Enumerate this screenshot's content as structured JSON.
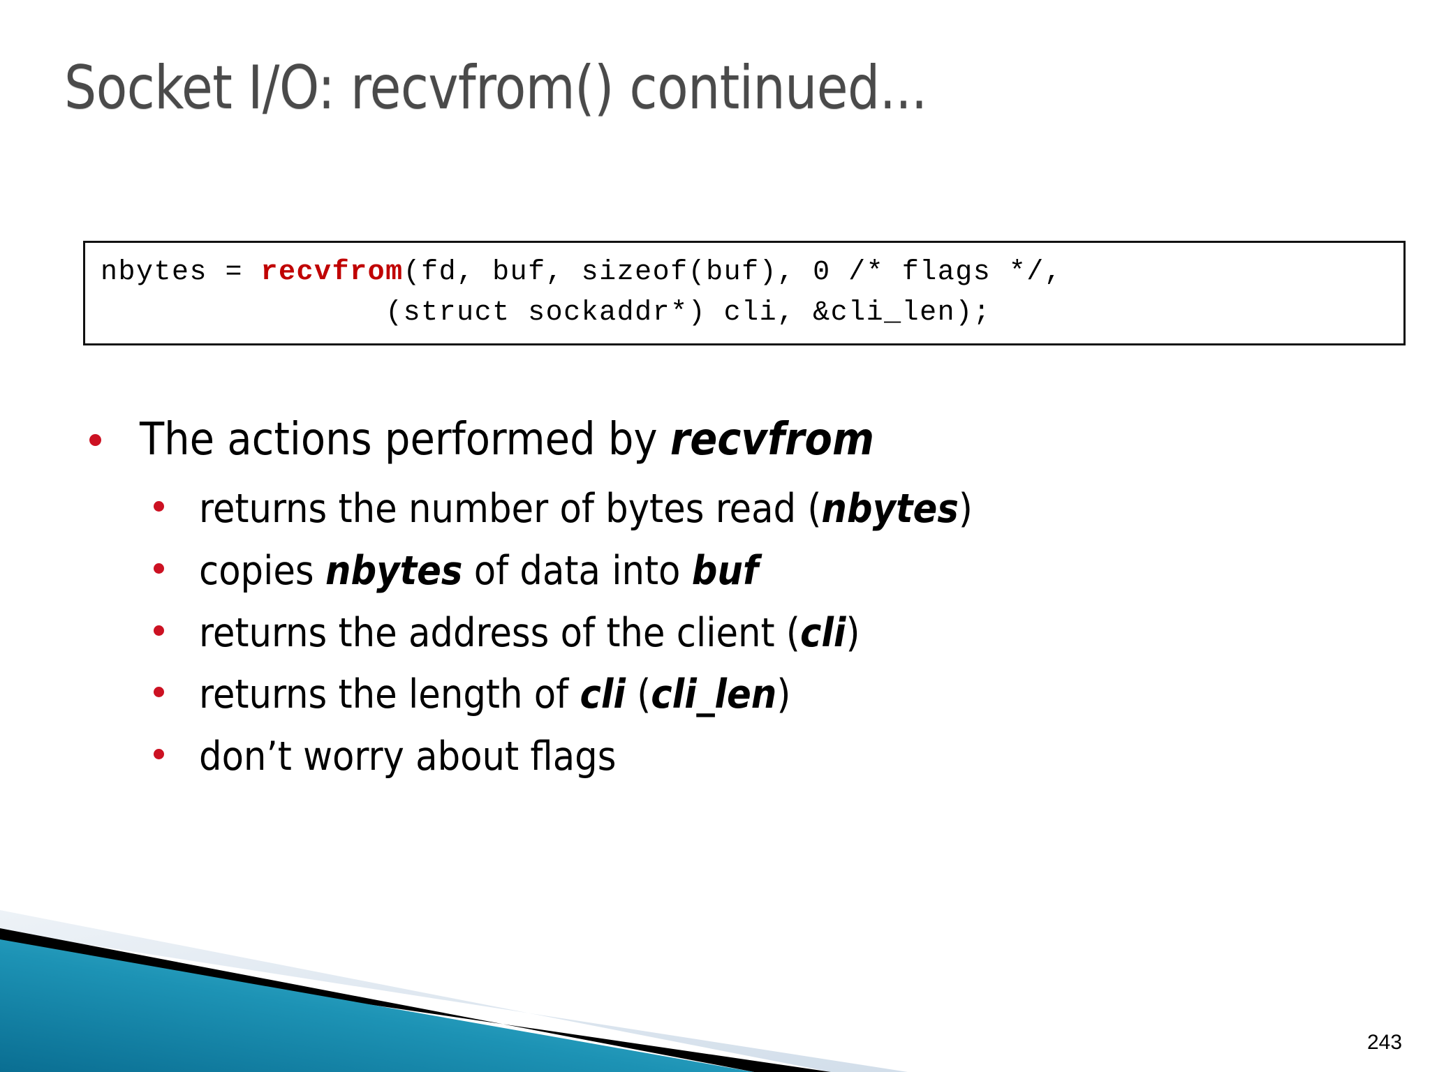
{
  "slide": {
    "title": "Socket I/O: recvfrom() continued...",
    "number": "243"
  },
  "code_block": {
    "line1_pre": "nbytes = ",
    "line1_fn": "recvfrom",
    "line1_post": "(fd, buf, sizeof(buf), 0 /* flags */,",
    "line2": "                (struct sockaddr*) cli, &cli_len);"
  },
  "bullets": {
    "main": {
      "text_pre": "The actions performed by ",
      "emphasis": "recvfrom"
    },
    "sub": [
      {
        "pre": "returns the number of bytes read (",
        "emphasis": "nbytes",
        "post": ")"
      },
      {
        "pre": "copies ",
        "emphasis": "nbytes",
        "post": " of data into ",
        "emphasis2": "buf",
        "post2": ""
      },
      {
        "pre": "returns the address of the client (",
        "emphasis": "cli",
        "post": ")"
      },
      {
        "pre": "returns the length of ",
        "emphasis": "cli",
        "post": " (",
        "emphasis2": "cli_len",
        "post2": ")"
      },
      {
        "pre": "don’t worry about flags",
        "emphasis": "",
        "post": ""
      }
    ]
  },
  "colors": {
    "accent_red": "#CC1122",
    "code_keyword_red": "#C00000",
    "title_gray": "#4A4A4A",
    "corner_teal_dark": "#0A6E92",
    "corner_teal_light": "#58C8DE",
    "corner_black": "#000000",
    "corner_pale": "#DCE6EF"
  }
}
